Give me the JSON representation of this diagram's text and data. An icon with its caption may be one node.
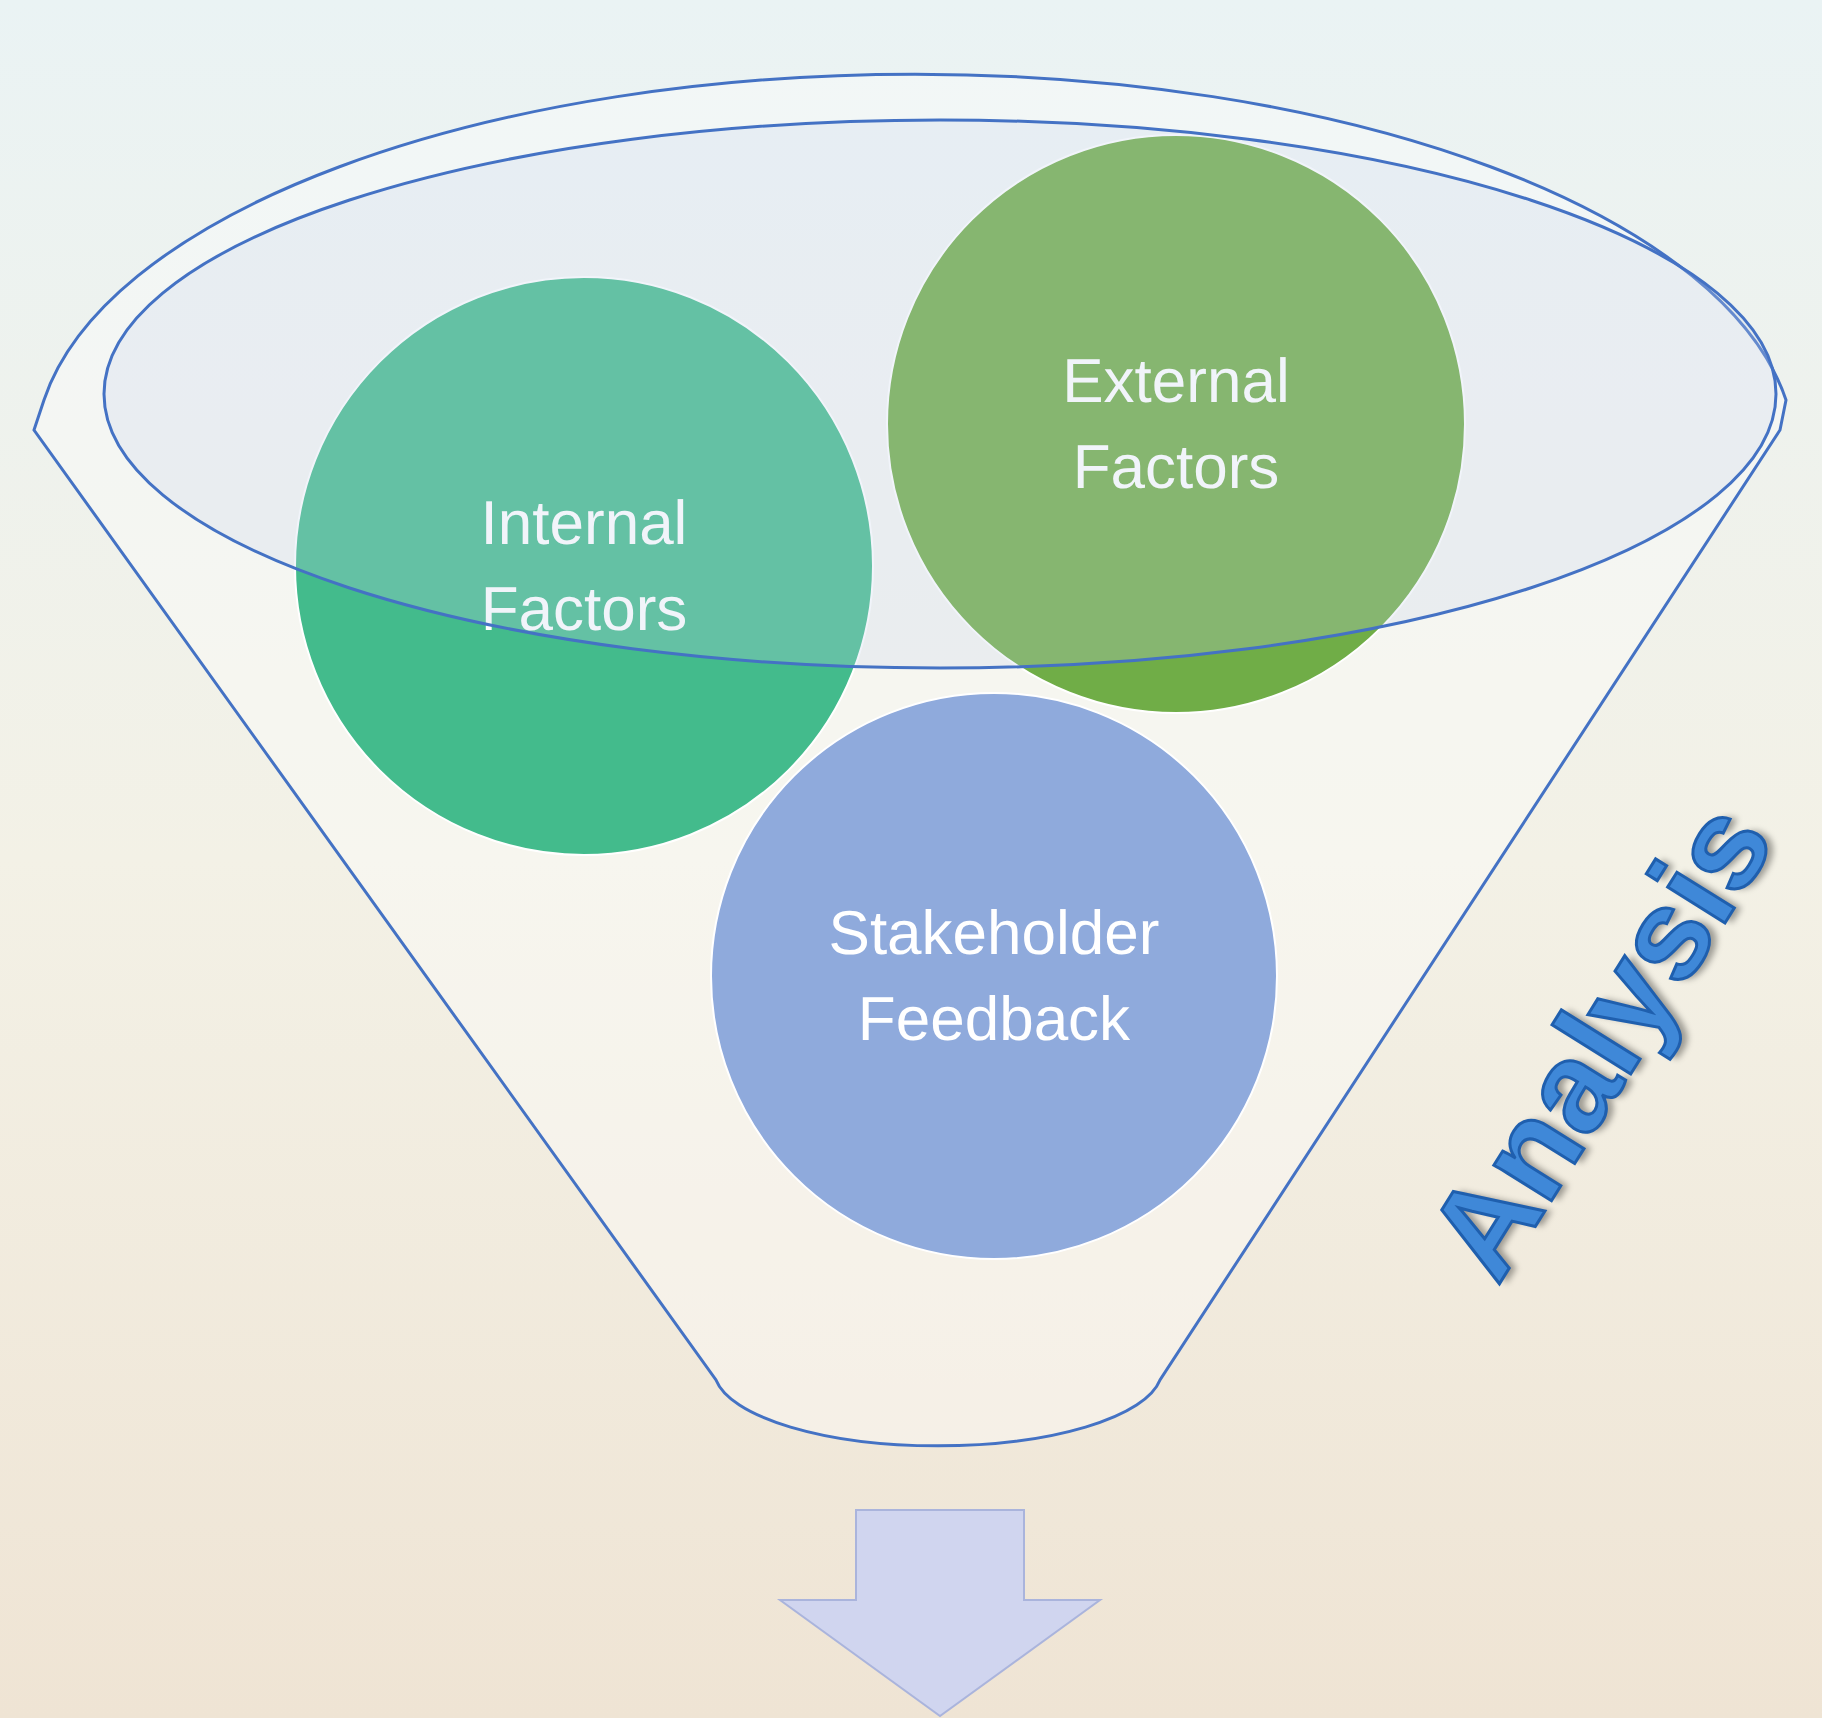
{
  "diagram": {
    "nodes": [
      {
        "text": [],
        "shape": "funnel",
        "beside": [
          "Analysis"
        ]
      },
      {
        "text": [
          "Internal Factors"
        ],
        "in": 0
      },
      {
        "text": [
          "External Factors"
        ],
        "in": 0
      },
      {
        "text": [
          "Stakeholder Feedback"
        ],
        "in": 0
      }
    ]
  }
}
